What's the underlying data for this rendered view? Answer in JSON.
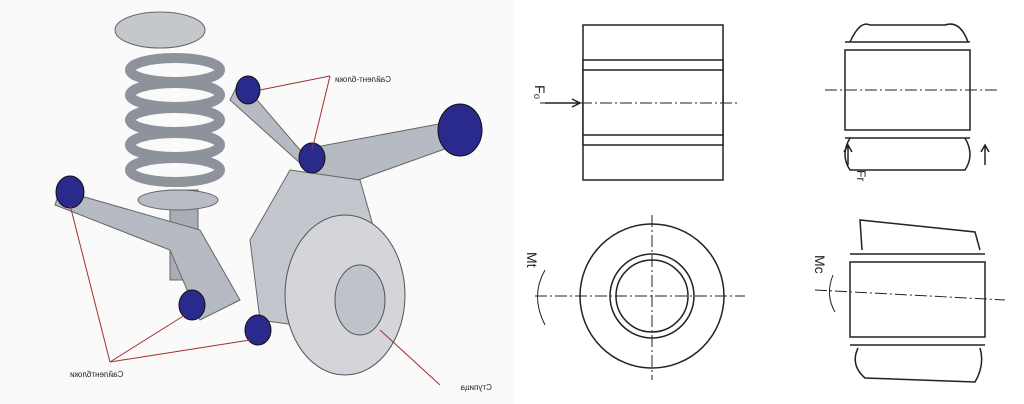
{
  "illustration": {
    "labels": {
      "silentblocks_top": "Сайлент-блоки",
      "silentblocks_bottom": "Сайлентблоки",
      "hub": "Ступица"
    },
    "colors": {
      "bushing": "#2a2a8c",
      "metal": "#b8bcc4"
    }
  },
  "drawing": {
    "axial_force": "F₀",
    "radial_force": "Fr",
    "torsion_moment": "Mt",
    "cardanic_moment": "Mc"
  }
}
